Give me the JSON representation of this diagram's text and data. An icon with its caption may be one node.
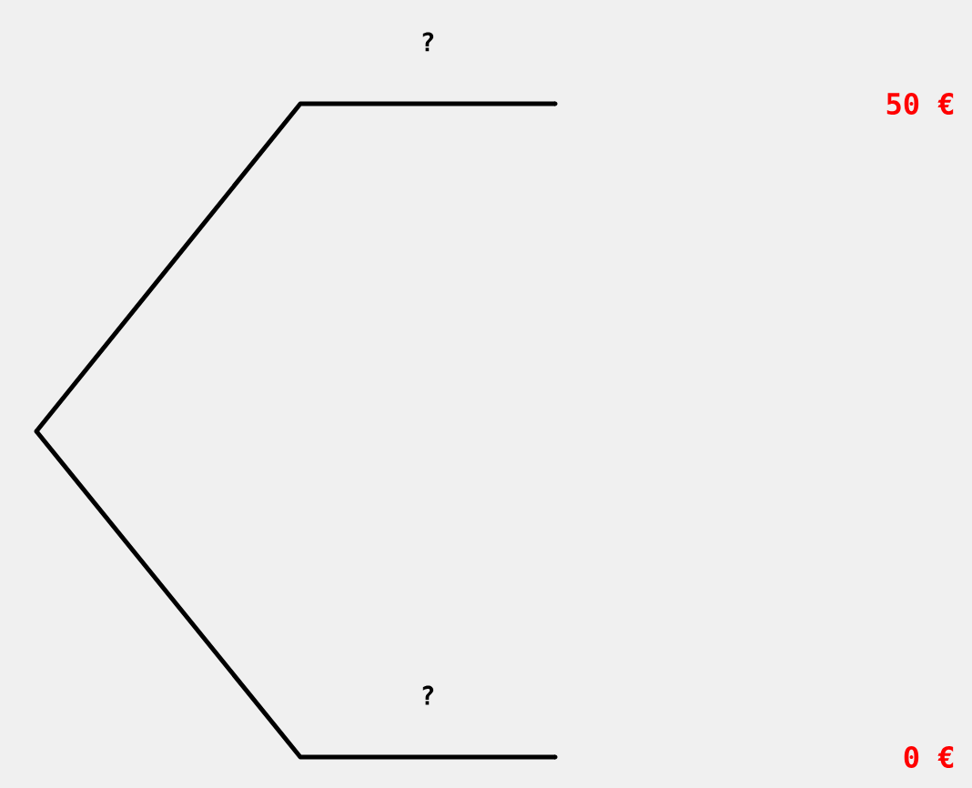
{
  "diagram": {
    "nodes": [
      {
        "text": [],
        "shape": "point"
      },
      {
        "text": [],
        "shape": "point"
      },
      {
        "text": [],
        "shape": "point"
      }
    ],
    "edges": [
      {
        "from": 0,
        "to": 1,
        "arrow": "none",
        "label": "?"
      },
      {
        "from": 0,
        "to": 2,
        "arrow": "none",
        "label": "?"
      }
    ],
    "labels": [
      "50 €",
      "0 €"
    ]
  }
}
